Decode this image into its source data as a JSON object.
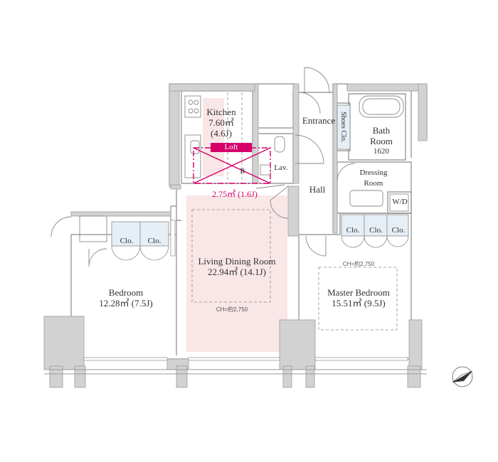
{
  "rooms": {
    "kitchen": {
      "name": "Kitchen",
      "area": "7.60㎡",
      "tatami": "(4.6J)"
    },
    "loft": {
      "name": "Loft",
      "area": "2.75㎡ (1.6J)",
      "mark": "R"
    },
    "living": {
      "name": "Living Dining Room",
      "area": "22.94㎡ (14.1J)",
      "ceiling": "CH=約2,750"
    },
    "bedroom": {
      "name": "Bedroom",
      "area": "12.28㎡ (7.5J)"
    },
    "master": {
      "name": "Master Bedroom",
      "area": "15.51㎡ (9.5J)",
      "ceiling": "CH=約2,750"
    },
    "entrance": {
      "name": "Entrance"
    },
    "hall": {
      "name": "Hall"
    },
    "bath": {
      "line1": "Bath",
      "line2": "Room",
      "size": "1620"
    },
    "dressing": {
      "line1": "Dressing",
      "line2": "Room"
    },
    "lav": {
      "name": "Lav."
    },
    "wd": {
      "name": "W/D"
    },
    "shoes": {
      "name": "Shoes Clo."
    }
  },
  "closets": {
    "bedroom": [
      "Clo.",
      "Clo."
    ],
    "master": [
      "Clo.",
      "Clo.",
      "Clo."
    ]
  },
  "colors": {
    "wall": "#d2d2d2",
    "line": "#8a8a8a",
    "living_fill": "#f9e6e6",
    "loft": "#d6006b",
    "closet_fill": "#e6eef6"
  }
}
